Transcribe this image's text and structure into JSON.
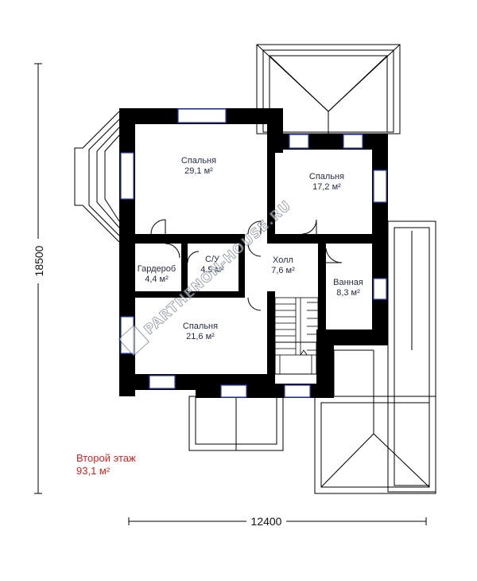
{
  "plan": {
    "floor_title": "Второй этаж",
    "floor_area": "93,1 м²",
    "dimension_width": "12400",
    "dimension_height": "18500",
    "watermark": "PARTHENON-HOUSE.RU",
    "colors": {
      "wall": "#000000",
      "window": "#2f40c8",
      "floor_label": "#e02020",
      "room_text": "#1f2a44"
    },
    "rooms": [
      {
        "name": "Спальня",
        "area": "29,1 м²"
      },
      {
        "name": "Спальня",
        "area": "17,2 м²"
      },
      {
        "name": "Гардероб",
        "area": "4,4 м²"
      },
      {
        "name": "С/У",
        "area": "4,9 м²"
      },
      {
        "name": "Холл",
        "area": "7,6 м²"
      },
      {
        "name": "Ванная",
        "area": "8,3 м²"
      },
      {
        "name": "Спальня",
        "area": "21,6 м²"
      }
    ]
  }
}
